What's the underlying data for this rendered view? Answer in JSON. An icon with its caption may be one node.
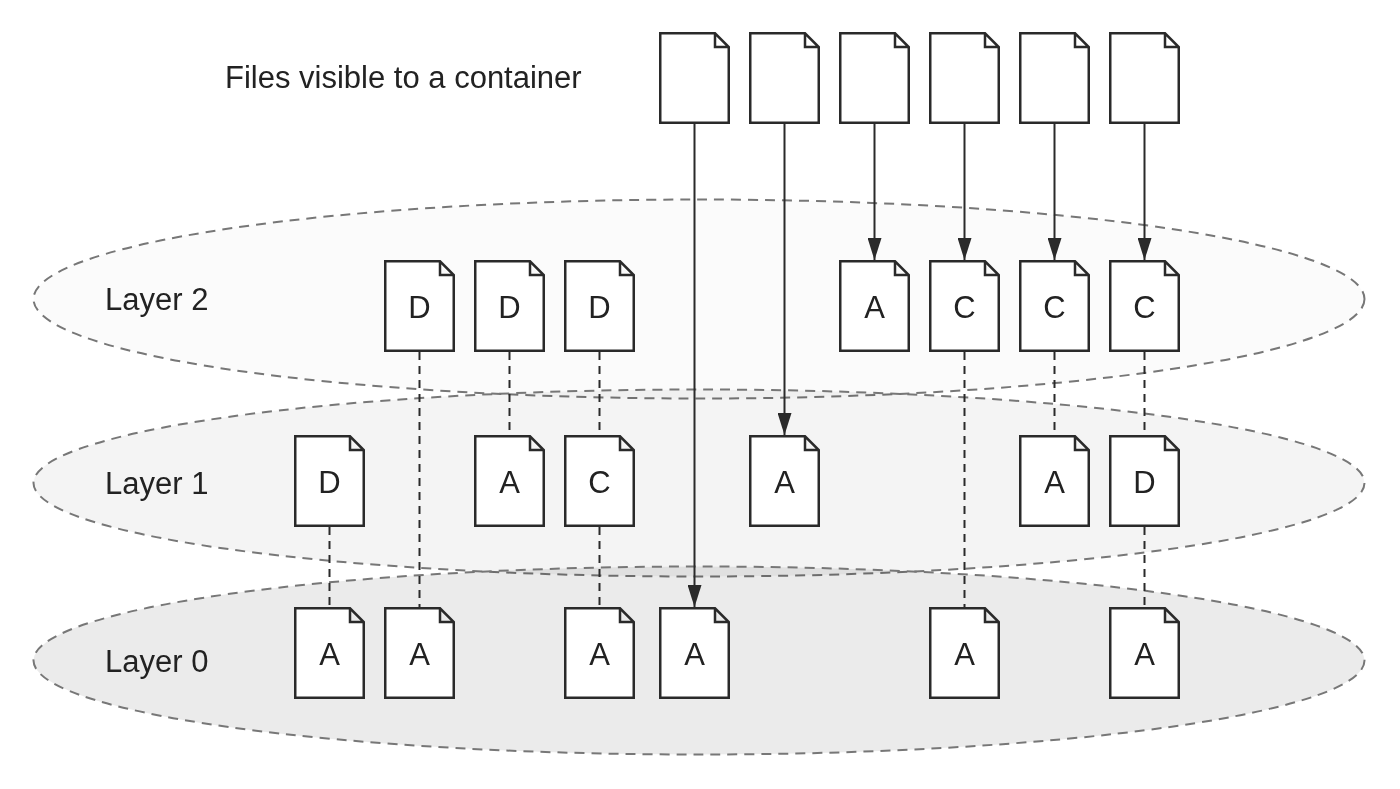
{
  "diagram": {
    "nodes": [
      {
        "text": [],
        "shape": "document"
      },
      {
        "text": [],
        "shape": "document"
      },
      {
        "text": [],
        "shape": "document"
      },
      {
        "text": [],
        "shape": "document"
      },
      {
        "text": [],
        "shape": "document"
      },
      {
        "text": [],
        "shape": "document"
      },
      {
        "text": [
          "Layer 2"
        ]
      },
      {
        "text": [
          "D"
        ],
        "in": 6
      },
      {
        "text": [
          "D"
        ],
        "in": 6
      },
      {
        "text": [
          "D"
        ],
        "in": 6
      },
      {
        "text": [
          "A"
        ],
        "in": 6
      },
      {
        "text": [
          "C"
        ],
        "in": 6
      },
      {
        "text": [
          "C"
        ],
        "in": 6
      },
      {
        "text": [
          "C"
        ],
        "in": 6
      },
      {
        "text": [
          "Layer 1"
        ]
      },
      {
        "text": [
          "D"
        ],
        "in": 14
      },
      {
        "text": [
          "A"
        ],
        "in": 14
      },
      {
        "text": [
          "C"
        ],
        "in": 14
      },
      {
        "text": [
          "A"
        ],
        "in": 14
      },
      {
        "text": [
          "A"
        ],
        "in": 14
      },
      {
        "text": [
          "D"
        ],
        "in": 14
      },
      {
        "text": [
          "Layer 0"
        ]
      },
      {
        "text": [
          "A"
        ],
        "in": 21
      },
      {
        "text": [
          "A"
        ],
        "in": 21
      },
      {
        "text": [
          "A"
        ],
        "in": 21
      },
      {
        "text": [
          "A"
        ],
        "in": 21
      },
      {
        "text": [
          "A"
        ],
        "in": 21
      },
      {
        "text": [
          "A"
        ],
        "in": 21
      }
    ],
    "edges": [
      {
        "from": 0,
        "to": 25,
        "arrow": "to"
      },
      {
        "from": 1,
        "to": 18,
        "arrow": "to"
      },
      {
        "from": 2,
        "to": 10,
        "arrow": "to"
      },
      {
        "from": 3,
        "to": 11,
        "arrow": "to"
      },
      {
        "from": 4,
        "to": 12,
        "arrow": "to"
      },
      {
        "from": 5,
        "to": 13,
        "arrow": "to"
      },
      {
        "from": 15,
        "to": 22,
        "arrow": "none",
        "style": "dashed"
      },
      {
        "from": 7,
        "to": 23,
        "arrow": "none",
        "style": "dashed"
      },
      {
        "from": 8,
        "to": 16,
        "arrow": "none",
        "style": "dashed"
      },
      {
        "from": 9,
        "to": 17,
        "arrow": "none",
        "style": "dashed"
      },
      {
        "from": 17,
        "to": 24,
        "arrow": "none",
        "style": "dashed"
      },
      {
        "from": 11,
        "to": 26,
        "arrow": "none",
        "style": "dashed"
      },
      {
        "from": 12,
        "to": 19,
        "arrow": "none",
        "style": "dashed"
      },
      {
        "from": 13,
        "to": 20,
        "arrow": "none",
        "style": "dashed"
      },
      {
        "from": 20,
        "to": 27,
        "arrow": "none",
        "style": "dashed"
      }
    ],
    "labels": [
      "Files visible to a container"
    ]
  }
}
